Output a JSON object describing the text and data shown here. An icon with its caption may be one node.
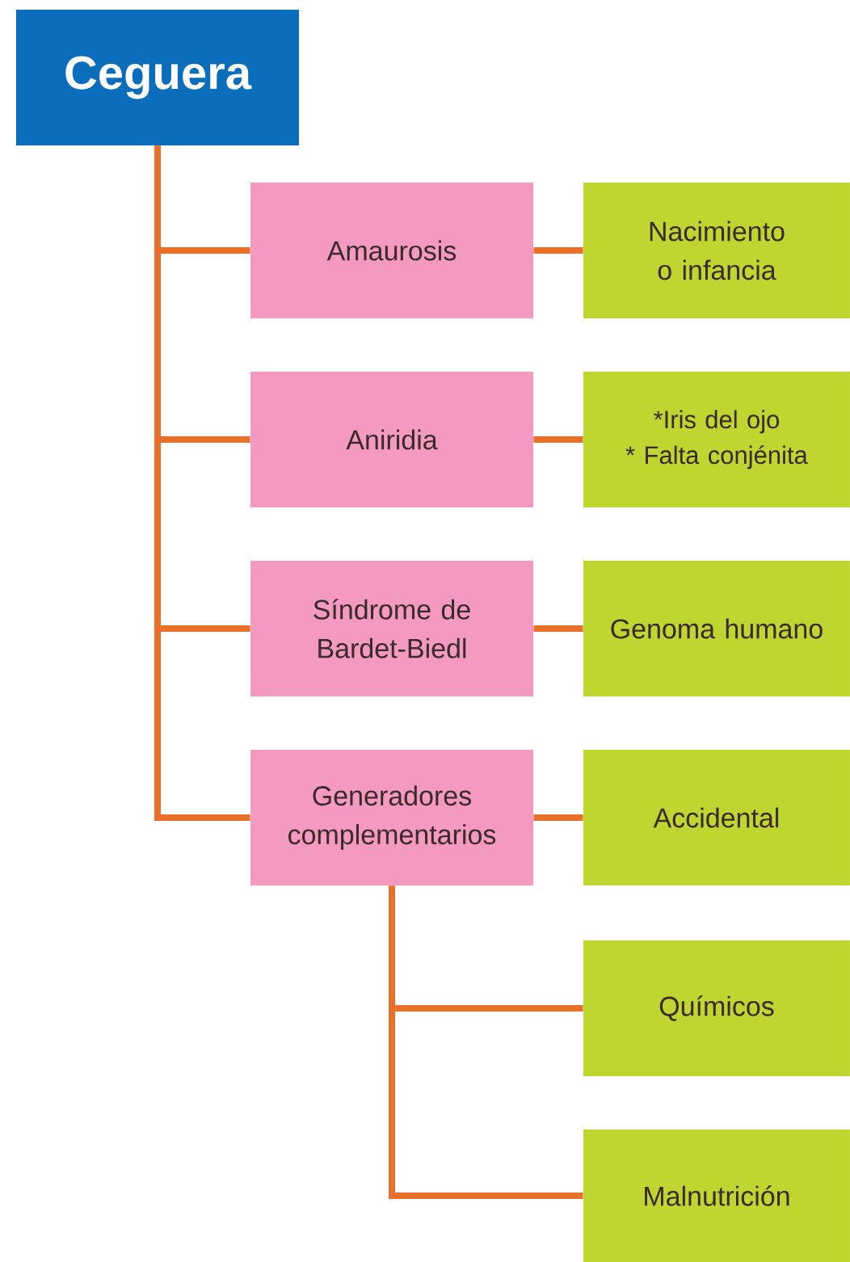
{
  "diagram": {
    "nodes": [
      {
        "text": [
          "Ceguera"
        ]
      },
      {
        "text": [
          "Amaurosis"
        ]
      },
      {
        "text": [
          "Aniridia"
        ]
      },
      {
        "text": [
          "Síndrome de Bardet-Biedl"
        ]
      },
      {
        "text": [
          "Generadores complementarios"
        ]
      },
      {
        "text": [
          "Nacimiento o infancia"
        ]
      },
      {
        "text": [
          "*Iris del ojo",
          "* Falta conjénita"
        ]
      },
      {
        "text": [
          "Genoma humano"
        ]
      },
      {
        "text": [
          "Accidental"
        ]
      },
      {
        "text": [
          "Químicos"
        ]
      },
      {
        "text": [
          "Malnutrición"
        ]
      }
    ],
    "edges": [
      {
        "from": 0,
        "to": 1,
        "arrow": "none"
      },
      {
        "from": 0,
        "to": 2,
        "arrow": "none"
      },
      {
        "from": 0,
        "to": 3,
        "arrow": "none"
      },
      {
        "from": 0,
        "to": 4,
        "arrow": "none"
      },
      {
        "from": 1,
        "to": 5,
        "arrow": "none"
      },
      {
        "from": 2,
        "to": 6,
        "arrow": "none"
      },
      {
        "from": 3,
        "to": 7,
        "arrow": "none"
      },
      {
        "from": 4,
        "to": 8,
        "arrow": "none"
      },
      {
        "from": 4,
        "to": 9,
        "arrow": "none"
      },
      {
        "from": 4,
        "to": 10,
        "arrow": "none"
      }
    ]
  }
}
